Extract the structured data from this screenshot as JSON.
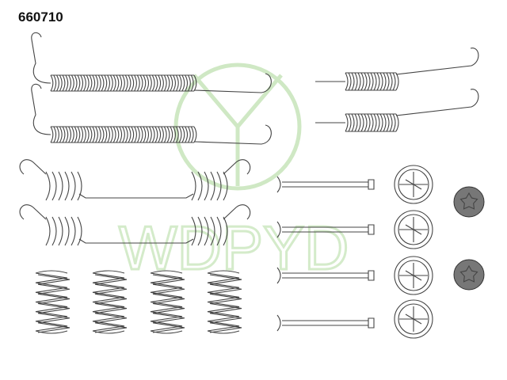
{
  "part_number": "660710",
  "watermark": "WDPYD",
  "colors": {
    "line": "#444444",
    "watermark": "#cfe8c4"
  },
  "parts": {
    "long_hook_springs": 2,
    "short_hook_springs": 2,
    "u_springs": 2,
    "compression_springs": 4,
    "hold_down_pins": 4,
    "spring_cups": 4,
    "star_clips": 2
  }
}
